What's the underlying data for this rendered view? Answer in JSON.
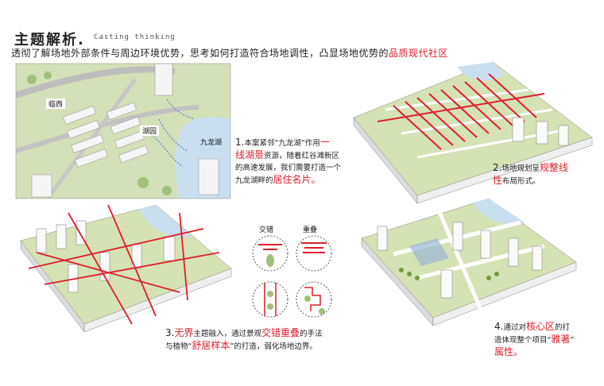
{
  "header": {
    "title": "主题解析.",
    "subtitle": "Casting thinking"
  },
  "intro": {
    "text": "透彻了解场地外部条件与周边环境优势，思考如何打造符合场地调性，凸显场地优势的",
    "highlight": "品质现代社区"
  },
  "map_labels": {
    "road_1": "临西",
    "road_2": "湖园",
    "lake": "九龙湖"
  },
  "step1": {
    "num": "1.",
    "line1_a": "本案紧邻“九龙湖”作用",
    "line1_b": "一",
    "line2_a": "线湖景",
    "line2_b": "资源，随着红谷滩新区",
    "line3": "的高速发展，我们需要打造一个",
    "line4_a": "九龙湖畔的",
    "line4_b": "居住名片。"
  },
  "step2": {
    "num": "2.",
    "line1_a": "场地规划呈",
    "line1_b": "规整线",
    "line2_a": "性",
    "line2_b": "布局形式。"
  },
  "legend": {
    "cross_label": "交错",
    "overlap_label": "重叠"
  },
  "step3": {
    "num": "3.",
    "line1_a": "无界",
    "line1_b": "主题融入，通过景观",
    "line1_c": "交错重叠",
    "line1_d": "的手法",
    "line2_a": "与植物“",
    "line2_b": "舒居样本",
    "line2_c": "”的打造，弱化场地边界。"
  },
  "step4": {
    "num": "4.",
    "line1_a": "通过对",
    "line1_b": "核心区",
    "line1_c": "的打",
    "line2_a": "造体现整个项目“",
    "line2_b": "雅著",
    "line2_c": "”",
    "line3": "属性。"
  },
  "colors": {
    "accent_red": "#e01e2b",
    "lake_blue": "#c9dff0",
    "grass_green": "#b8cc8a",
    "road_gray": "#c8c8c8",
    "block_gray": "#eeeeee"
  }
}
